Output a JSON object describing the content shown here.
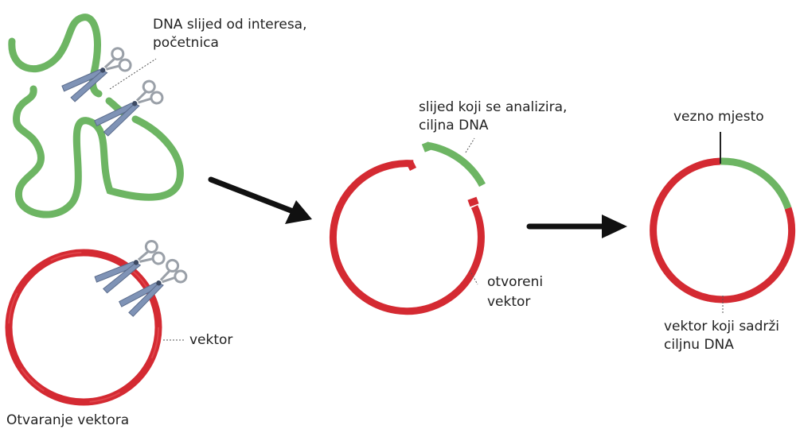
{
  "colors": {
    "vector_red": "#d42a32",
    "vector_red_highlight": "#e95a5e",
    "dna_green": "#6db563",
    "dna_green_dark": "#4f9a48",
    "arrow": "#111111",
    "scissors_blade": "#7f93b6",
    "scissors_handle": "#9aa0a8",
    "leader_line": "#555555"
  },
  "icons": {
    "scissors": "scissors-icon",
    "arrow": "arrow-right-icon"
  },
  "labels": {
    "dna_source_line1": "DNA slijed od interesa,",
    "dna_source_line2": "početnica",
    "vector": "vektor",
    "opening_vector": "Otvaranje vektora",
    "target_line1": "slijed koji se analizira,",
    "target_line2": "ciljna DNA",
    "open_vector_line1": "otvoreni",
    "open_vector_line2": "vektor",
    "binding_site": "vezno mjesto",
    "result_line1": "vektor koji sadrži",
    "result_line2": "ciljnu DNA"
  }
}
